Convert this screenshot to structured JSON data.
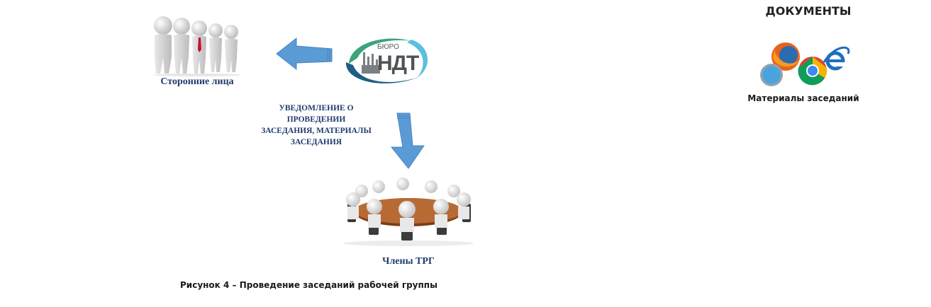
{
  "diagram": {
    "outsiders": {
      "label": "Сторонние лица",
      "icon": "people-group-icon"
    },
    "logo": {
      "top_text": "БЮРО",
      "main_text": "НДТ",
      "icon": "factory-icon"
    },
    "notice": {
      "lines": [
        "УВЕДОМЛЕНИЕ О",
        "ПРОВЕДЕНИИ",
        "ЗАСЕДАНИЯ, МАТЕРИАЛЫ",
        "ЗАСЕДАНИЯ"
      ]
    },
    "members": {
      "label": "Члены ТРГ",
      "icon": "round-table-meeting-icon"
    },
    "documents": {
      "title": "ДОКУМЕНТЫ",
      "label": "Материалы заседаний",
      "icons": [
        "firefox-icon",
        "safari-icon",
        "chrome-icon",
        "internet-explorer-icon"
      ]
    },
    "caption": "Рисунок 4 – Проведение заседаний рабочей группы"
  },
  "colors": {
    "arrow": "#5b9bd5",
    "arrow_stroke": "#4a86c0",
    "label_navy": "#1f3a6e",
    "logo_dark": "#1d5f82",
    "logo_light": "#5bc0de",
    "logo_green": "#3aa57a",
    "logo_text": "#555b5e"
  }
}
